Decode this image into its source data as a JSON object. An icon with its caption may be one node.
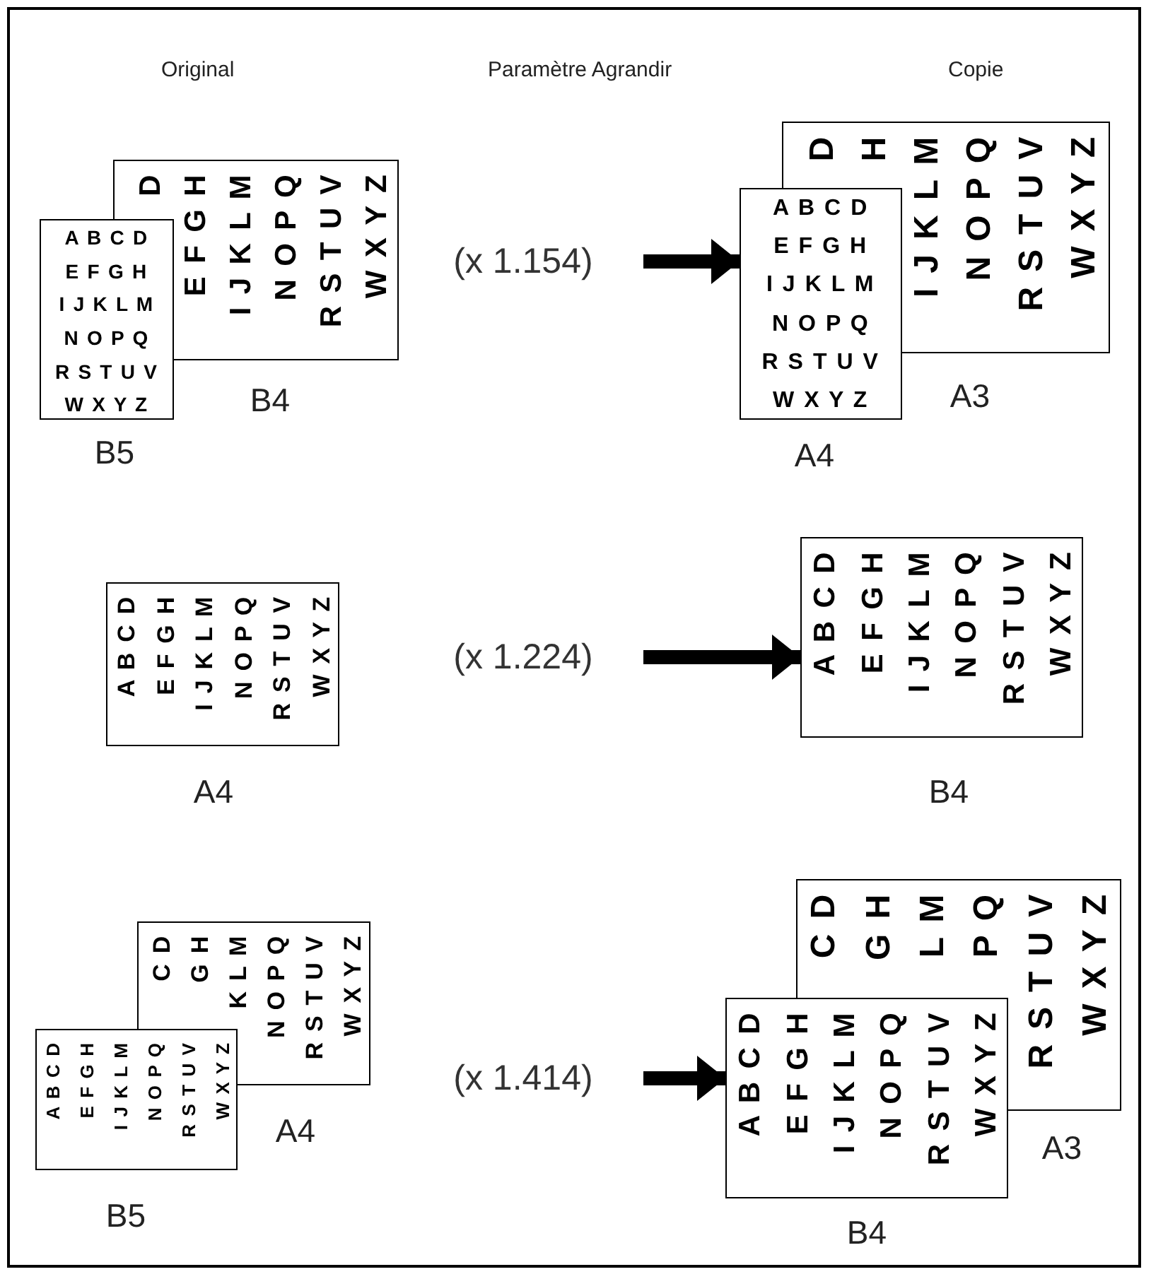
{
  "diagram": {
    "nodes": [
      {
        "text": [
          "A B C D",
          "E F G H",
          "I J K L M",
          "N O P Q",
          "R S T U V",
          "W X Y Z"
        ],
        "beside": [
          "B5"
        ]
      },
      {
        "text": [
          "D",
          "E F G H",
          "I J K L M",
          "N O P Q",
          "R S T U V",
          "W X Y Z"
        ],
        "beside": [
          "B4"
        ]
      },
      {
        "text": [
          "(x 1.154)"
        ]
      },
      {
        "text": [
          "A B C D",
          "E F G H",
          "I J K L M",
          "N O P Q",
          "R S T U V",
          "W X Y Z"
        ],
        "beside": [
          "A4"
        ]
      },
      {
        "text": [
          "D",
          "H",
          "I J K L M",
          "N O P Q",
          "R S T U V",
          "W X Y Z"
        ],
        "beside": [
          "A3"
        ]
      },
      {
        "text": [
          "A B C D",
          "E F G H",
          "I J K L M",
          "N O P Q",
          "R S T U V",
          "W X Y Z"
        ],
        "beside": [
          "A4"
        ]
      },
      {
        "text": [
          "(x 1.224)"
        ]
      },
      {
        "text": [
          "A B C D",
          "E F G H",
          "I J K L M",
          "N O P Q",
          "R S T U V",
          "W X Y Z"
        ],
        "beside": [
          "B4"
        ]
      },
      {
        "text": [
          "A B C D",
          "E F G H",
          "I J K L M",
          "N O P Q",
          "R S T U V",
          "W X Y Z"
        ],
        "beside": [
          "B5"
        ]
      },
      {
        "text": [
          "C D",
          "G H",
          "K L M",
          "N O P Q",
          "R S T U V",
          "W X Y Z"
        ],
        "beside": [
          "A4"
        ]
      },
      {
        "text": [
          "(x 1.414)"
        ]
      },
      {
        "text": [
          "A B C D",
          "E F G H",
          "I J K L M",
          "N O P Q",
          "R S T U V",
          "W X Y Z"
        ],
        "beside": [
          "B4"
        ]
      },
      {
        "text": [
          "C D",
          "G H",
          "L M",
          "P Q",
          "R S T U V",
          "W X Y Z"
        ],
        "beside": [
          "A3"
        ]
      }
    ],
    "edges": [
      {
        "from": 2,
        "to": 3,
        "arrow": "to"
      },
      {
        "from": 6,
        "to": 7,
        "arrow": "to"
      },
      {
        "from": 10,
        "to": 11,
        "arrow": "to"
      }
    ],
    "labels": [
      "Original",
      "Paramètre Agrandir",
      "Copie"
    ]
  }
}
